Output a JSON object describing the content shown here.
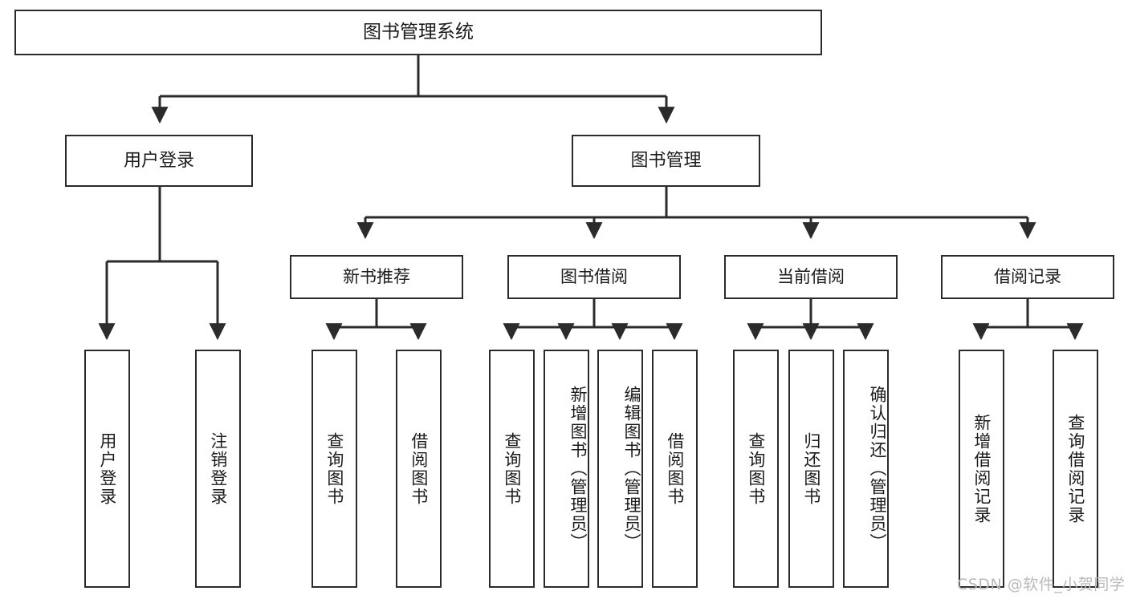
{
  "diagram": {
    "title": "图书管理系统",
    "type": "functional-structure-tree",
    "watermark": "CSDN @软件_小贺同学",
    "colors": {
      "box_border": "#2b2b2b",
      "box_fill": "#ffffff",
      "connector": "#2b2b2b",
      "text": "#1b1b1b",
      "watermark": "#b9b9b9"
    },
    "root": {
      "label": "图书管理系统"
    },
    "level2": [
      {
        "label": "用户登录"
      },
      {
        "label": "图书管理"
      }
    ],
    "level3": [
      {
        "label": "新书推荐"
      },
      {
        "label": "图书借阅"
      },
      {
        "label": "当前借阅"
      },
      {
        "label": "借阅记录"
      }
    ],
    "leaves": {
      "user_login": [
        {
          "label": "用户登录"
        },
        {
          "label": "注销登录"
        }
      ],
      "new_book_recommend": [
        {
          "label": "查询图书"
        },
        {
          "label": "借阅图书"
        }
      ],
      "book_borrow": [
        {
          "label": "查询图书"
        },
        {
          "label": "新增图书（管理员）"
        },
        {
          "label": "编辑图书（管理员）"
        },
        {
          "label": "借阅图书"
        }
      ],
      "current_borrow": [
        {
          "label": "查询图书"
        },
        {
          "label": "归还图书"
        },
        {
          "label": "确认归还（管理员）"
        }
      ],
      "borrow_record": [
        {
          "label": "新增借阅记录"
        },
        {
          "label": "查询借阅记录"
        }
      ]
    }
  }
}
